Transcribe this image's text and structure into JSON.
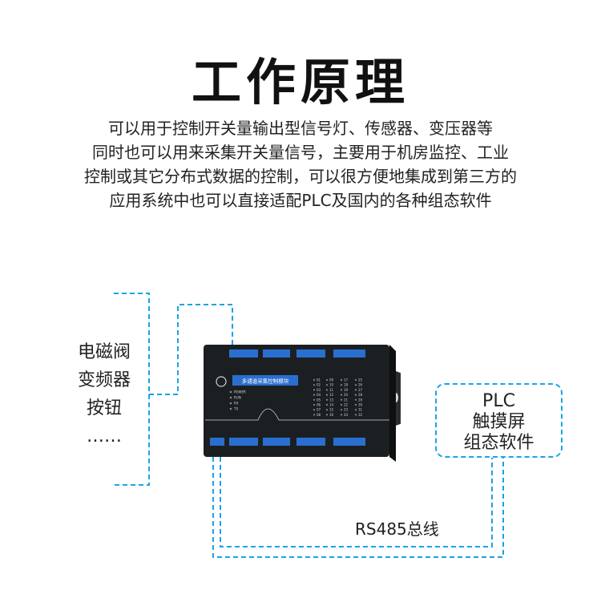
{
  "title": "工作原理",
  "description": [
    "可以用于控制开关量输出型信号灯、传感器、变压器等",
    "同时也可以用来采集开关量信号，主要用于机房监控、工业",
    "控制或其它分布式数据的控制，可以很方便地集成到第三方的",
    "应用系统中也可以直接适配PLC及国内的各种组态软件"
  ],
  "left_items": [
    "电磁阀",
    "变频器",
    "按钮",
    "……"
  ],
  "plc_box": [
    "PLC",
    "触摸屏",
    "组态软件"
  ],
  "bus_label": "RS485总线",
  "device": {
    "panel_label": "多通道采集控制模块",
    "indicators": [
      "POWER",
      "RUN",
      "RX",
      "TX"
    ],
    "channels_left": [
      "01",
      "02",
      "03",
      "04",
      "05",
      "06",
      "07",
      "08"
    ],
    "channels_mid1": [
      "09",
      "10",
      "11",
      "12",
      "13",
      "14",
      "15",
      "16"
    ],
    "channels_mid2": [
      "17",
      "18",
      "19",
      "20",
      "21",
      "22",
      "23",
      "24"
    ],
    "channels_right": [
      "25",
      "26",
      "27",
      "28",
      "29",
      "30",
      "31",
      "32"
    ]
  },
  "colors": {
    "dashed_line": "#1aa3e6",
    "device_body": "#1c1f22",
    "accent_blue": "#2a6fd0"
  }
}
